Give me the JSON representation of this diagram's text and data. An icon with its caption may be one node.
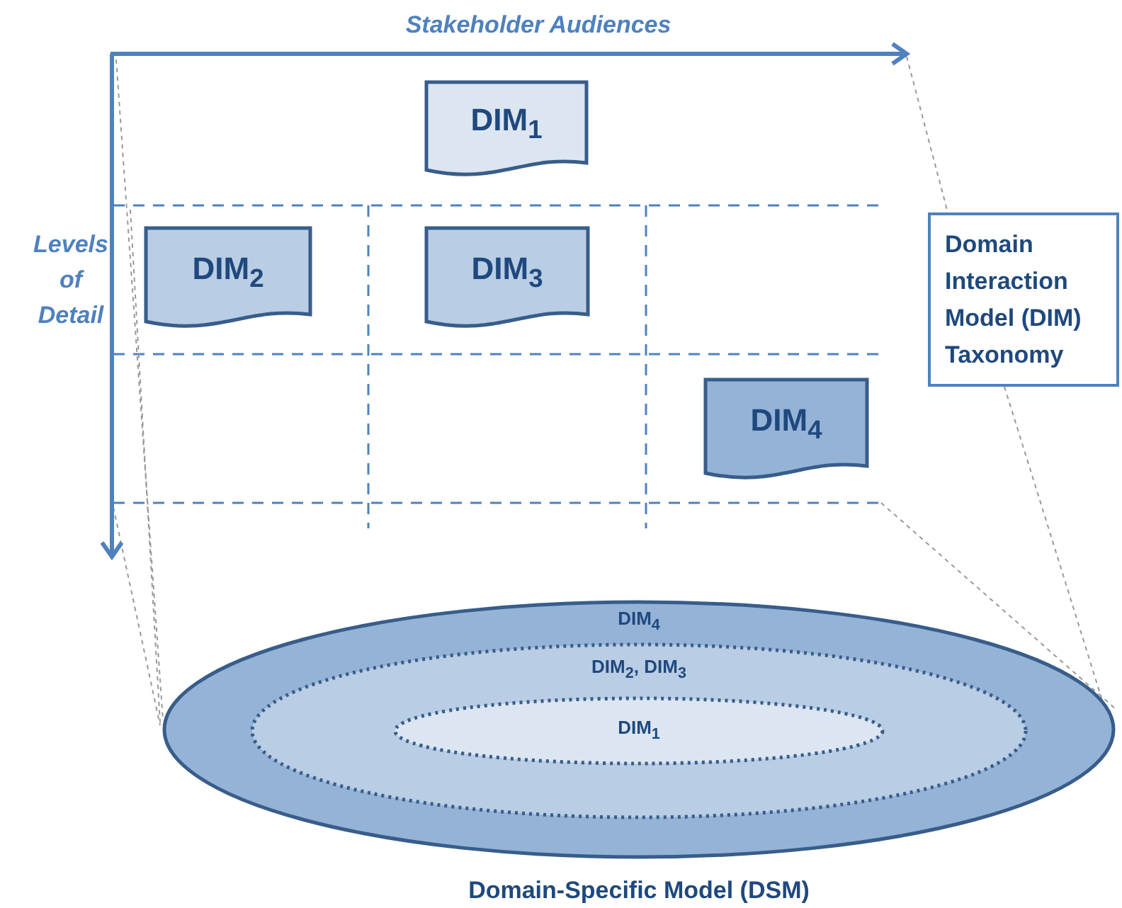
{
  "diagram": {
    "nodes": [
      {
        "text": [
          "DIM$_{1}$"
        ]
      },
      {
        "text": [
          "DIM$_{2}$"
        ]
      },
      {
        "text": [
          "DIM$_{3}$"
        ]
      },
      {
        "text": [
          "DIM$_{4}$"
        ]
      },
      {
        "text": [
          "Domain Interaction Model (DIM) Taxonomy"
        ]
      },
      {
        "text": [
          "DIM$_{4}$"
        ],
        "beside": [
          "Domain-Specific Model (DSM)"
        ]
      },
      {
        "text": [
          "DIM$_{2}$, DIM$_{3}$"
        ],
        "in": 5
      },
      {
        "text": [
          "DIM$_{1}$"
        ],
        "in": 6
      }
    ],
    "edges": [
      {
        "from": 4,
        "to": 5,
        "arrow": "none",
        "style": "dashed",
        "color": "#999999"
      }
    ],
    "labels": [
      "Stakeholder Audiences",
      "Levels of Detail"
    ]
  }
}
